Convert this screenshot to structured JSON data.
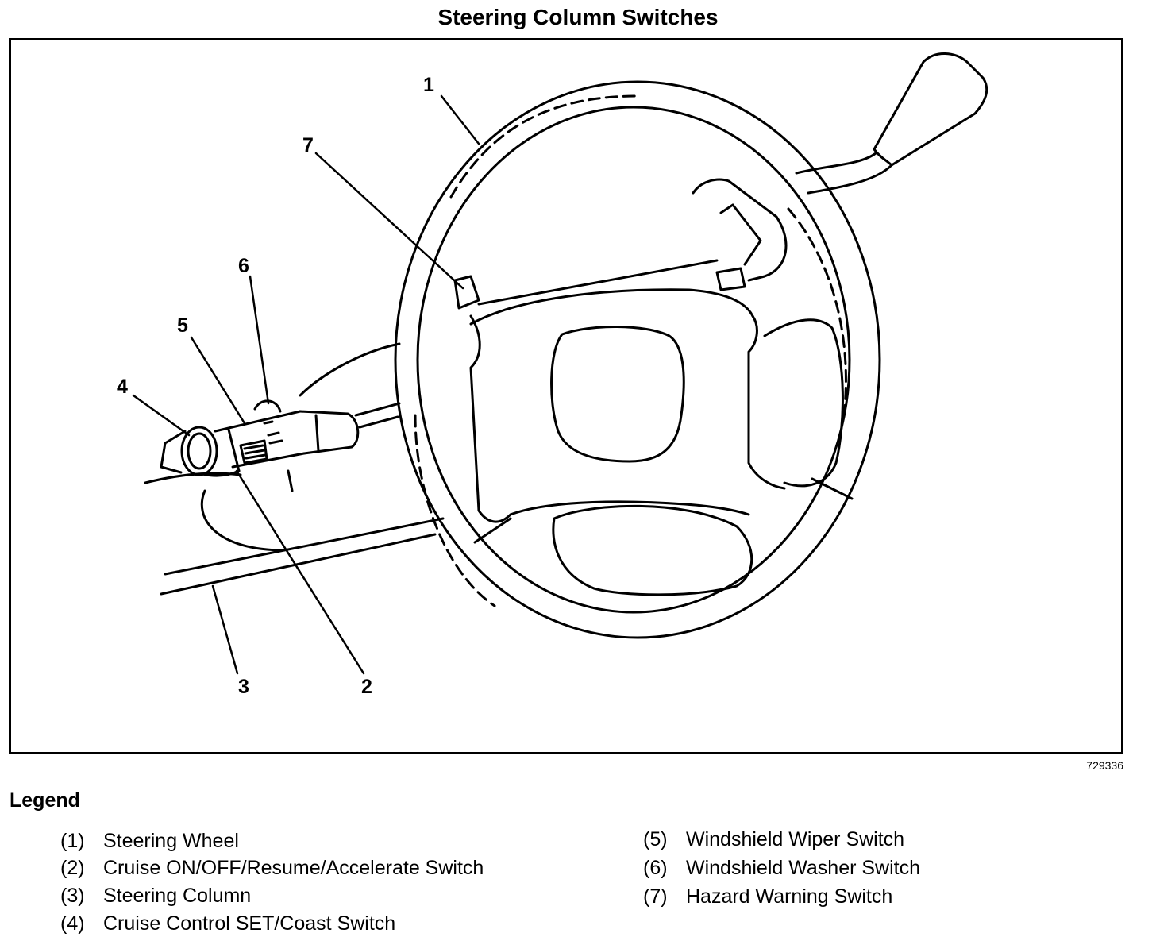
{
  "title": "Steering Column Switches",
  "figure_id": "729336",
  "callouts": [
    "1",
    "2",
    "3",
    "4",
    "5",
    "6",
    "7"
  ],
  "legend": {
    "heading": "Legend",
    "items": [
      {
        "num": "(1)",
        "label": "Steering Wheel"
      },
      {
        "num": "(2)",
        "label": "Cruise ON/OFF/Resume/Accelerate Switch"
      },
      {
        "num": "(3)",
        "label": "Steering Column"
      },
      {
        "num": "(4)",
        "label": "Cruise Control SET/Coast Switch"
      },
      {
        "num": "(5)",
        "label": "Windshield Wiper Switch"
      },
      {
        "num": "(6)",
        "label": "Windshield Washer Switch"
      },
      {
        "num": "(7)",
        "label": "Hazard Warning Switch"
      }
    ]
  }
}
